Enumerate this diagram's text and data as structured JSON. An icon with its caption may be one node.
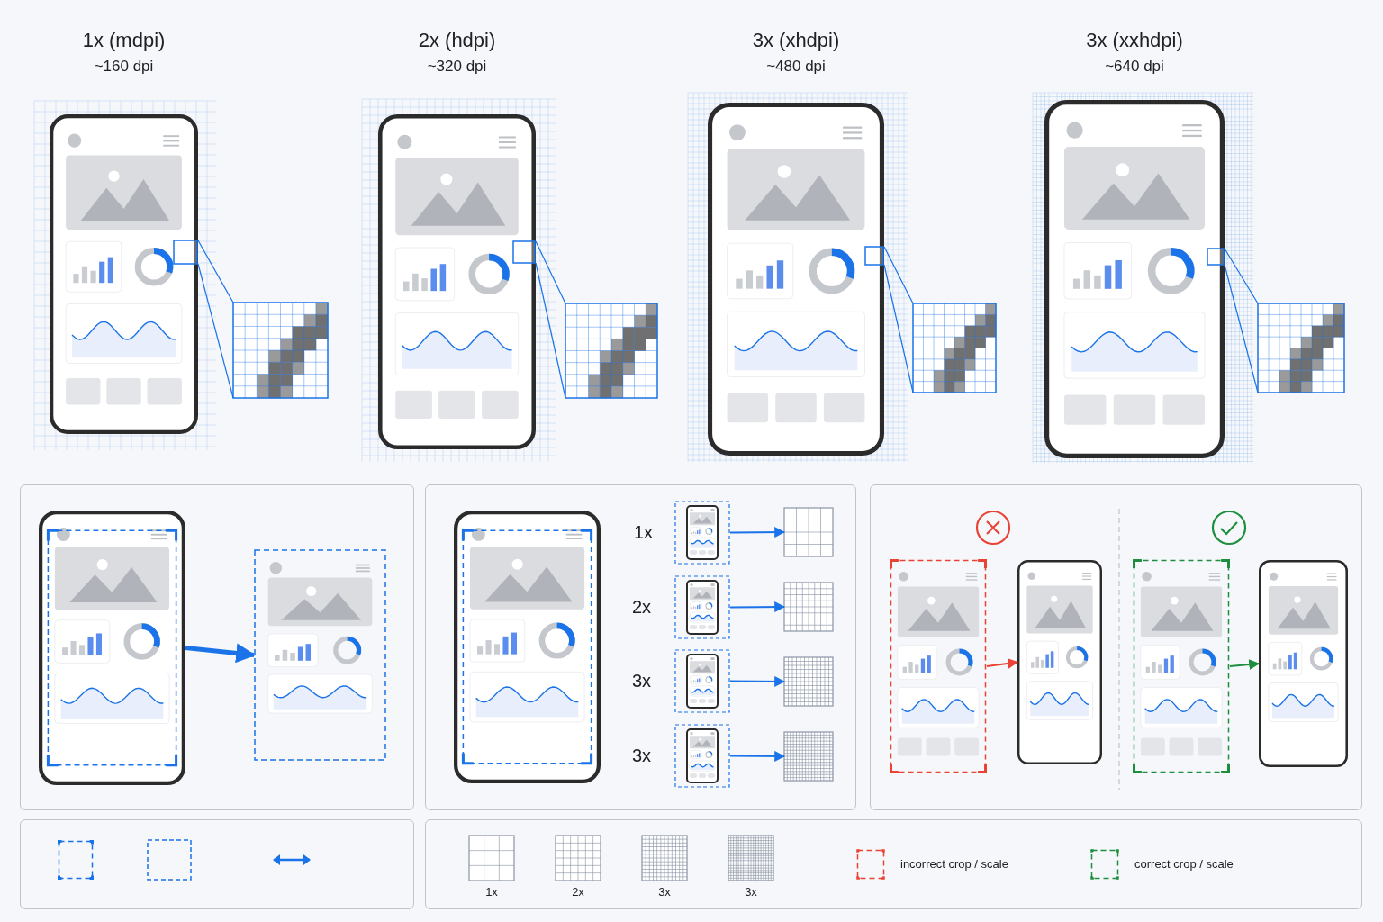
{
  "diagram": {
    "nodes": [
      {
        "text": [],
        "shape": "picture",
        "beside": [
          "1x (mdpi)",
          "~160 dpi"
        ]
      },
      {
        "text": [],
        "shape": "picture"
      },
      {
        "text": [],
        "shape": "picture",
        "beside": [
          "2x (hdpi)",
          "~320 dpi"
        ]
      },
      {
        "text": [],
        "shape": "picture"
      },
      {
        "text": [],
        "shape": "picture",
        "beside": [
          "3x (xhdpi)",
          "~480 dpi"
        ]
      },
      {
        "text": [],
        "shape": "picture"
      },
      {
        "text": [],
        "shape": "picture",
        "beside": [
          "3x (xxhdpi)",
          "~640 dpi"
        ]
      },
      {
        "text": [],
        "shape": "picture"
      },
      {
        "text": [],
        "shape": "box"
      },
      {
        "text": [],
        "shape": "picture",
        "in": 8
      },
      {
        "text": [],
        "shape": "picture",
        "in": 8
      },
      {
        "text": [],
        "shape": "box"
      },
      {
        "text": [],
        "shape": "picture",
        "in": 11
      },
      {
        "text": [],
        "shape": "picture",
        "in": 11,
        "beside": [
          "1x"
        ]
      },
      {
        "text": [],
        "shape": "picture",
        "in": 11,
        "beside": [
          "2x"
        ]
      },
      {
        "text": [],
        "shape": "picture",
        "in": 11,
        "beside": [
          "3x"
        ]
      },
      {
        "text": [],
        "shape": "picture",
        "in": 11,
        "beside": [
          "3x"
        ]
      },
      {
        "text": [],
        "shape": "picture",
        "in": 11
      },
      {
        "text": [],
        "shape": "picture",
        "in": 11
      },
      {
        "text": [],
        "shape": "picture",
        "in": 11
      },
      {
        "text": [],
        "shape": "picture",
        "in": 11
      },
      {
        "text": [],
        "shape": "box"
      },
      {
        "text": [],
        "shape": "picture",
        "in": 21
      },
      {
        "text": [],
        "shape": "picture",
        "in": 21
      },
      {
        "text": [],
        "shape": "picture",
        "in": 21
      },
      {
        "text": [],
        "shape": "picture",
        "in": 21
      }
    ],
    "edges": [
      {
        "from": 0,
        "to": 1,
        "arrow": "none"
      },
      {
        "from": 2,
        "to": 3,
        "arrow": "none"
      },
      {
        "from": 4,
        "to": 5,
        "arrow": "none"
      },
      {
        "from": 6,
        "to": 7,
        "arrow": "none"
      },
      {
        "from": 9,
        "to": 10,
        "arrow": "to",
        "style": "thick"
      },
      {
        "from": 13,
        "to": 17,
        "arrow": "to"
      },
      {
        "from": 14,
        "to": 18,
        "arrow": "to"
      },
      {
        "from": 15,
        "to": 19,
        "arrow": "to"
      },
      {
        "from": 16,
        "to": 20,
        "arrow": "to"
      },
      {
        "from": 22,
        "to": 23,
        "arrow": "to",
        "color": "#ea4335"
      },
      {
        "from": 24,
        "to": 25,
        "arrow": "to",
        "color": "#1e8e3e"
      }
    ],
    "legend": [
      {
        "text": "1x"
      },
      {
        "text": "2x"
      },
      {
        "text": "3x"
      },
      {
        "text": "3x"
      },
      {
        "text": "incorrect crop / scale"
      },
      {
        "text": "correct crop / scale"
      }
    ]
  }
}
